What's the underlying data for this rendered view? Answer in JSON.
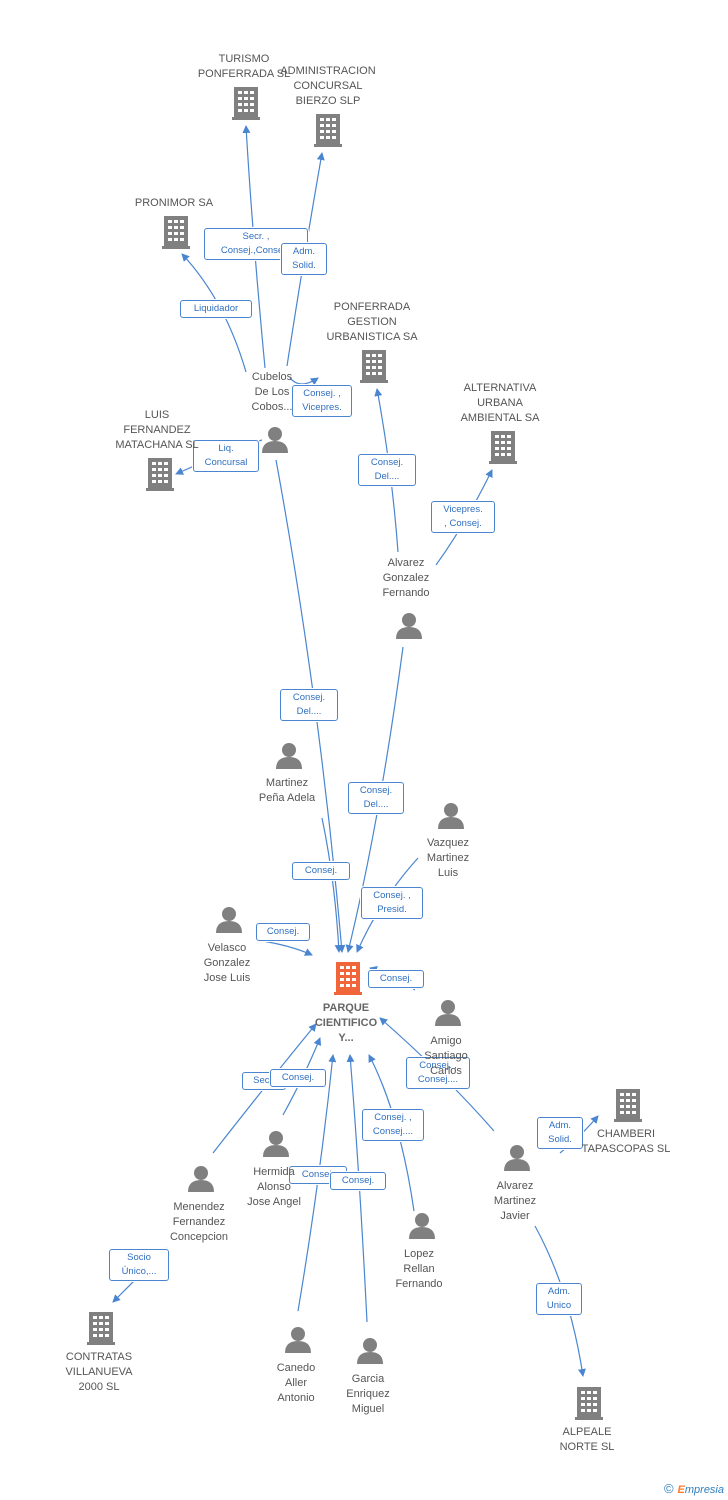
{
  "colors": {
    "edge": "#4a86d0",
    "building": "#808080",
    "building_main": "#f0663a",
    "person": "#808080"
  },
  "nodes": [
    {
      "id": "turismo",
      "kind": "building",
      "label": "TURISMO\nPONFERRADA SL"
    },
    {
      "id": "admconcursal",
      "kind": "building",
      "label": "ADMINISTRACION\nCONCURSAL\nBIERZO SLP"
    },
    {
      "id": "pronimor",
      "kind": "building",
      "label": "PRONIMOR SA"
    },
    {
      "id": "ponferrada",
      "kind": "building",
      "label": "PONFERRADA\nGESTION\nURBANISTICA SA"
    },
    {
      "id": "alternativa",
      "kind": "building",
      "label": "ALTERNATIVA\nURBANA\nAMBIENTAL SA"
    },
    {
      "id": "cubelos",
      "kind": "person",
      "label": "Cubelos\nDe Los\nCobos..."
    },
    {
      "id": "luis",
      "kind": "building",
      "label": "LUIS\nFERNANDEZ\nMATACHANA SL"
    },
    {
      "id": "alvarezgf",
      "kind": "person",
      "label": "Alvarez\nGonzalez\nFernando"
    },
    {
      "id": "martinez",
      "kind": "person",
      "label": "Martinez\nPeña Adela"
    },
    {
      "id": "vazquez",
      "kind": "person",
      "label": "Vazquez\nMartinez\nLuis"
    },
    {
      "id": "velasco",
      "kind": "person",
      "label": "Velasco\nGonzalez\nJose Luis"
    },
    {
      "id": "main",
      "kind": "building-main",
      "label": "PARQUE\nCIENTIFICO\nY..."
    },
    {
      "id": "amigo",
      "kind": "person",
      "label": "Amigo\nSantiago\nCarlos"
    },
    {
      "id": "chamberi",
      "kind": "building",
      "label": "CHAMBERI\nTAPASCOPAS SL"
    },
    {
      "id": "alvarezmj",
      "kind": "person",
      "label": "Alvarez\nMartinez\nJavier"
    },
    {
      "id": "hermida",
      "kind": "person",
      "label": "Hermida\nAlonso\nJose Angel"
    },
    {
      "id": "menendez",
      "kind": "person",
      "label": "Menendez\nFernandez\nConcepcion"
    },
    {
      "id": "lopez",
      "kind": "person",
      "label": "Lopez\nRellan\nFernando"
    },
    {
      "id": "contratas",
      "kind": "building",
      "label": "CONTRATAS\nVILLANUEVA\n2000 SL"
    },
    {
      "id": "canedo",
      "kind": "person",
      "label": "Canedo\nAller\nAntonio"
    },
    {
      "id": "garcia",
      "kind": "person",
      "label": "Garcia\nEnriquez\nMiguel"
    },
    {
      "id": "alpeale",
      "kind": "building",
      "label": "ALPEALE\nNORTE SL"
    }
  ],
  "edges": [
    {
      "from": "cubelos",
      "to": "turismo",
      "label": "Secr. ,\nConsej.,Conse..."
    },
    {
      "from": "cubelos",
      "to": "admconcursal",
      "label": "Adm.\nSolid."
    },
    {
      "from": "cubelos",
      "to": "pronimor",
      "label": "Liquidador"
    },
    {
      "from": "cubelos",
      "to": "ponferrada",
      "label": "Consej. ,\nVicepres."
    },
    {
      "from": "cubelos",
      "to": "luis",
      "label": "Liq.\nConcursal"
    },
    {
      "from": "alvarezgf",
      "to": "ponferrada",
      "label": "Consej.\nDel...."
    },
    {
      "from": "alvarezgf",
      "to": "alternativa",
      "label": "Vicepres.\n, Consej."
    },
    {
      "from": "cubelos",
      "to": "main",
      "label": "Consej.\nDel...."
    },
    {
      "from": "alvarezgf",
      "to": "main",
      "label": "Consej.\nDel...."
    },
    {
      "from": "martinez",
      "to": "main",
      "label": "Consej."
    },
    {
      "from": "vazquez",
      "to": "main",
      "label": "Consej. ,\nPresid."
    },
    {
      "from": "velasco",
      "to": "main",
      "label": "Consej."
    },
    {
      "from": "amigo",
      "to": "main",
      "label": "Consej."
    },
    {
      "from": "alvarezmj",
      "to": "main",
      "label": "Consej. ,\nConsej...."
    },
    {
      "from": "alvarezmj",
      "to": "chamberi",
      "label": "Adm.\nSolid."
    },
    {
      "from": "menendez",
      "to": "main",
      "label": "Secr."
    },
    {
      "from": "hermida",
      "to": "main",
      "label": "Consej."
    },
    {
      "from": "lopez",
      "to": "main",
      "label": "Consej. ,\nConsej...."
    },
    {
      "from": "canedo",
      "to": "main",
      "label": "Consej."
    },
    {
      "from": "garcia",
      "to": "main",
      "label": "Consej."
    },
    {
      "from": "menendez",
      "to": "contratas",
      "label": "Socio\nÚnico,..."
    },
    {
      "from": "alvarezmj",
      "to": "alpeale",
      "label": "Adm.\nUnico"
    }
  ],
  "footer": {
    "copyright": "©",
    "brand_e": "E",
    "brand_rest": "mpresia"
  }
}
